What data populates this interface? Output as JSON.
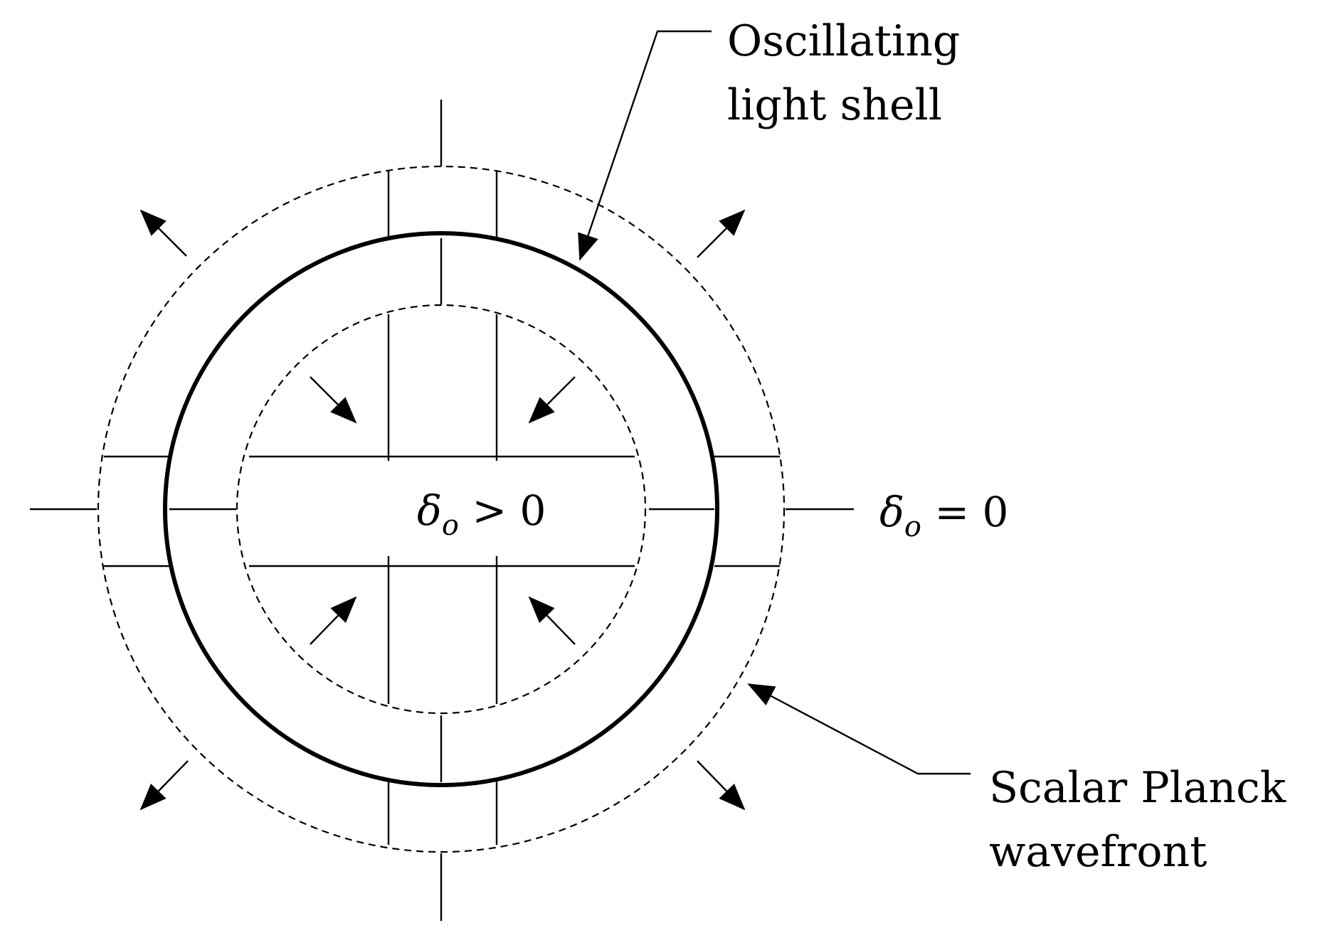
{
  "labels": {
    "shell_line1": "Oscillating",
    "shell_line2": "light shell",
    "wavefront_line1": "Scalar Planck",
    "wavefront_line2": "wavefront"
  },
  "math": {
    "inner_symbol": "δ",
    "inner_subscript": "o",
    "inner_relation": " > 0",
    "outer_symbol": "δ",
    "outer_subscript": "o",
    "outer_relation": " = 0"
  },
  "colors": {
    "ink": "#000000",
    "background": "#ffffff"
  }
}
